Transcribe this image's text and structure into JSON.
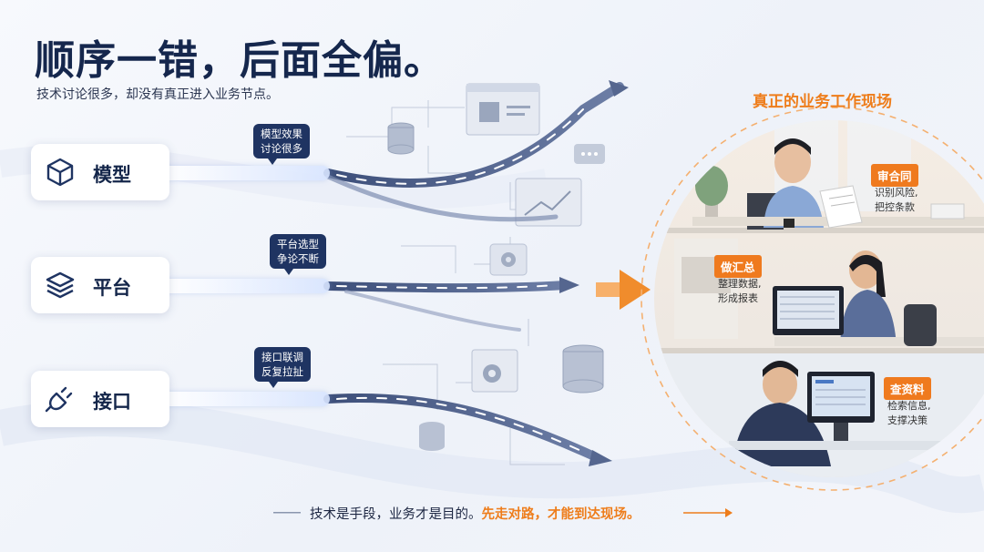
{
  "headline": "顺序一错，后面全偏。",
  "subhead": "技术讨论很多，却没有真正进入业务节点。",
  "cards": [
    {
      "label": "模型",
      "icon": "cube-icon"
    },
    {
      "label": "平台",
      "icon": "layers-icon"
    },
    {
      "label": "接口",
      "icon": "plug-icon"
    }
  ],
  "bubbles": [
    {
      "line1": "模型效果",
      "line2": "讨论很多"
    },
    {
      "line1": "平台选型",
      "line2": "争论不断"
    },
    {
      "line1": "接口联调",
      "line2": "反复拉扯"
    }
  ],
  "scene": {
    "title": "真正的业务工作现场",
    "tasks": [
      {
        "tag": "审合同",
        "note1": "识别风险,",
        "note2": "把控条款"
      },
      {
        "tag": "做汇总",
        "note1": "整理数据,",
        "note2": "形成报表"
      },
      {
        "tag": "查资料",
        "note1": "检索信息,",
        "note2": "支撑决策"
      }
    ]
  },
  "footer": {
    "plain": "技术是手段，业务才是目的。",
    "highlight": "先走对路，才能到达现场。"
  },
  "colors": {
    "navy": "#15274d",
    "accent": "#ee7d1b",
    "slate": "#5a6a8e"
  }
}
